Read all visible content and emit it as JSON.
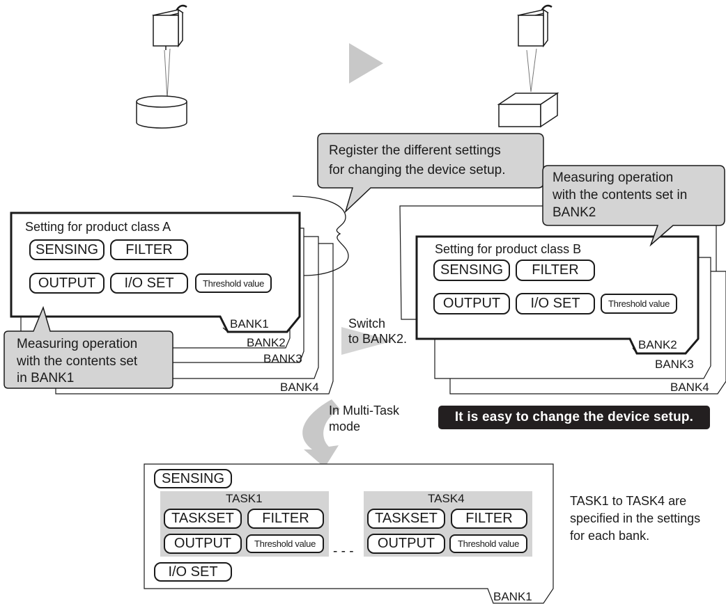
{
  "callouts": {
    "register": [
      "Register the different settings",
      "for changing the device setup."
    ],
    "measuring_bank2": [
      "Measuring operation",
      "with the contents set in",
      "BANK2"
    ],
    "measuring_bank1": [
      "Measuring operation",
      "with the contents set",
      "in BANK1"
    ]
  },
  "left_group": {
    "title": "Setting for product class A",
    "buttons": [
      "SENSING",
      "FILTER",
      "OUTPUT",
      "I/O SET",
      "Threshold value"
    ],
    "banks": [
      "BANK1",
      "BANK2",
      "BANK3",
      "BANK4"
    ]
  },
  "right_group": {
    "title": "Setting for product class B",
    "buttons": [
      "SENSING",
      "FILTER",
      "OUTPUT",
      "I/O SET",
      "Threshold value"
    ],
    "banks": [
      "BANK2",
      "BANK3",
      "BANK4"
    ]
  },
  "switch_label": [
    "Switch",
    "to BANK2."
  ],
  "multitask_label": [
    "In Multi-Task",
    "mode"
  ],
  "banner": "It is easy to change the device setup.",
  "bottom": {
    "sensing": "SENSING",
    "io_set": "I/O SET",
    "bank": "BANK1",
    "tasks": [
      {
        "name": "TASK1",
        "buttons": [
          "TASKSET",
          "FILTER",
          "OUTPUT",
          "Threshold value"
        ]
      },
      {
        "name": "TASK4",
        "buttons": [
          "TASKSET",
          "FILTER",
          "OUTPUT",
          "Threshold value"
        ]
      }
    ],
    "dashes": "- - -"
  },
  "task_note": [
    "TASK1 to TASK4 are",
    "specified in the settings",
    "for each bank."
  ]
}
